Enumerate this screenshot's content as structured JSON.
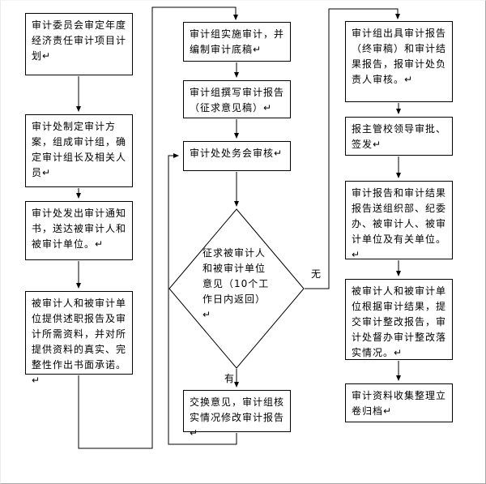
{
  "flowchart": {
    "left_column": [
      "审计委员会审定年度经济责任审计项目计划↵",
      "审计处制定审计方案，组成审计组，确定审计组长及相关人员↵",
      "审计处发出审计通知书，送达被审计人和被审计单位。↵",
      "被审计人和被审计单位提供述职报告及审计所需资料，并对所提供资料的真实、完整性作出书面承诺。↵"
    ],
    "middle_column": [
      "审计组实施审计，并编制审计底稿↵",
      "审计组撰写审计报告（征求意见稿）↵",
      "审计处处务会审核↵",
      "交换意见，审计组核实情况修改审计报告↵"
    ],
    "decision": "征求被审计人和被审计单位意见（10个工作日内返回）↵",
    "right_column": [
      "审计组出具审计报告（终审稿）和审计结果报告，报审计处负责人审核。↵",
      "报主管校领导审批、签发↵",
      "审计报告和审计结果报告送组织部、纪委办、被审计人、被审计单位及有关单位。↵",
      "被审计人和被审计单位根据审计结果，提交审计整改报告，审计处督办审计整改落实情况。↵",
      "审计资料收集整理立卷归档↵"
    ],
    "branch_labels": {
      "yes": "有",
      "no": "无"
    }
  }
}
